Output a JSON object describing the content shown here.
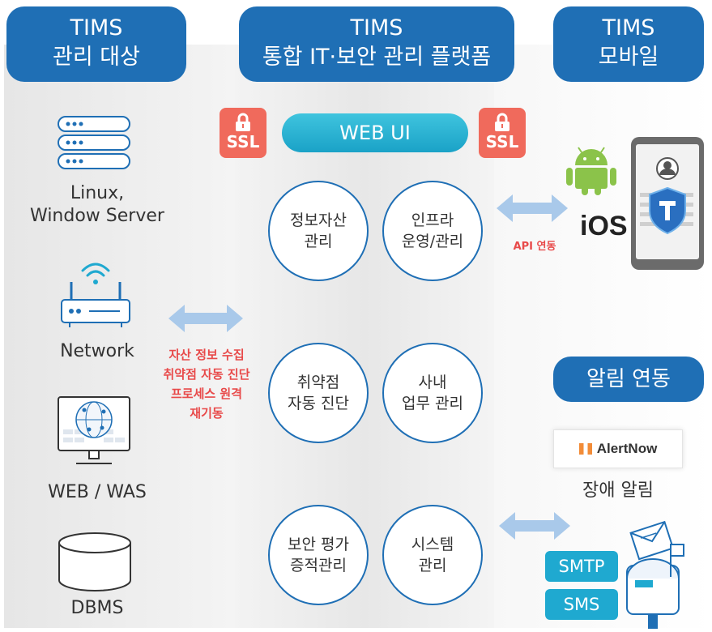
{
  "headers": {
    "left": {
      "line1": "TIMS",
      "line2": "관리 대상"
    },
    "center": {
      "line1": "TIMS",
      "line2": "통합 IT·보안 관리 플랫폼"
    },
    "right": {
      "line1": "TIMS",
      "line2": "모바일"
    }
  },
  "targets": [
    {
      "line1": "Linux,",
      "line2": "Window Server",
      "icon": "server-icon"
    },
    {
      "line1": "Network",
      "icon": "router-icon"
    },
    {
      "line1": "WEB / WAS",
      "icon": "web-monitor-icon"
    },
    {
      "line1": "DBMS",
      "icon": "database-icon"
    }
  ],
  "platform": {
    "web_ui": "WEB UI",
    "ssl": "SSL",
    "functions": [
      {
        "line1": "정보자산",
        "line2": "관리"
      },
      {
        "line1": "인프라",
        "line2": "운영/관리"
      },
      {
        "line1": "취약점",
        "line2": "자동 진단"
      },
      {
        "line1": "사내",
        "line2": "업무 관리"
      },
      {
        "line1": "보안 평가",
        "line2": "증적관리"
      },
      {
        "line1": "시스템",
        "line2": "관리"
      }
    ]
  },
  "left_link": {
    "lines": [
      "자산 정보 수집",
      "취약점 자동 진단",
      "프로세스 원격",
      "재기동"
    ]
  },
  "api_link": "API 연동",
  "mobile": {
    "ios": "iOS"
  },
  "alert": {
    "header": "알림 연동",
    "alertnow": "AlertNow",
    "caption": "장애 알림",
    "smtp": "SMTP",
    "sms": "SMS"
  },
  "colors": {
    "primary": "#1f6fb5",
    "accent": "#1aa2c7",
    "ssl": "#f06a5c",
    "arrow": "#a9c9ea",
    "highlight": "#e84a4a"
  }
}
